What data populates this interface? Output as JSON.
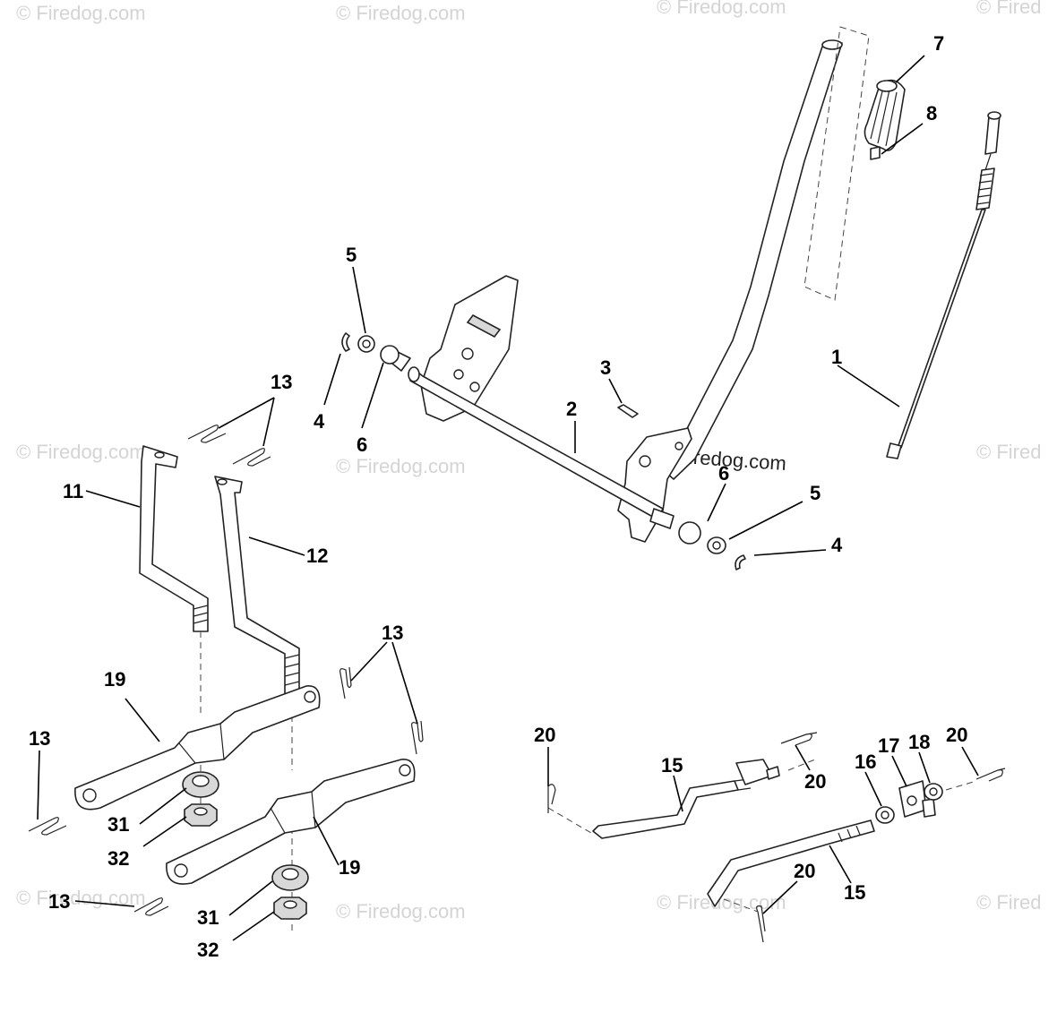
{
  "watermark_text": "© Firedog.com",
  "watermark_short": "© Fired",
  "callouts": {
    "c1": "1",
    "c2": "2",
    "c3": "3",
    "c4a": "4",
    "c4b": "4",
    "c5a": "5",
    "c5b": "5",
    "c6a": "6",
    "c6b": "6",
    "c7": "7",
    "c8": "8",
    "c11": "11",
    "c12": "12",
    "c13a": "13",
    "c13b": "13",
    "c13c": "13",
    "c13d": "13",
    "c15a": "15",
    "c15b": "15",
    "c16": "16",
    "c17": "17",
    "c18": "18",
    "c19a": "19",
    "c19b": "19",
    "c20a": "20",
    "c20b": "20",
    "c20c": "20",
    "c20d": "20",
    "c31a": "31",
    "c31b": "31",
    "c32a": "32",
    "c32b": "32"
  }
}
